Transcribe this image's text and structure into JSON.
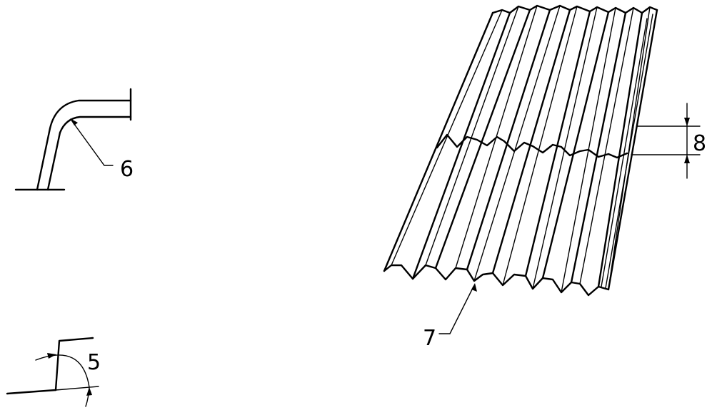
{
  "labels": {
    "bend": "6",
    "overlap": "7",
    "dimension": "8",
    "angle": "5"
  }
}
